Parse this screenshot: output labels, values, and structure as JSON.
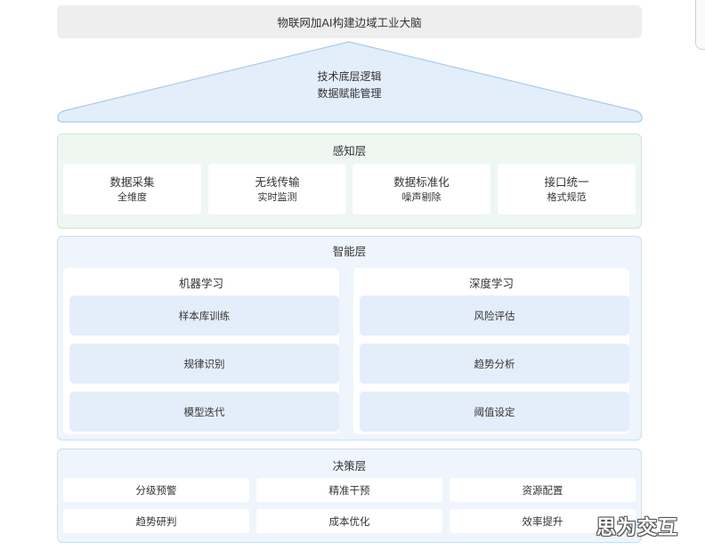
{
  "header": {
    "title": "物联网加AI构建边域工业大脑"
  },
  "roof": {
    "line1": "技术底层逻辑",
    "line2": "数据赋能管理"
  },
  "perception": {
    "title": "感知层",
    "cards": [
      {
        "title": "数据采集",
        "sub": "全维度"
      },
      {
        "title": "无线传输",
        "sub": "实时监测"
      },
      {
        "title": "数据标准化",
        "sub": "噪声剔除"
      },
      {
        "title": "接口统一",
        "sub": "格式规范"
      }
    ]
  },
  "intelligence": {
    "title": "智能层",
    "panels": [
      {
        "title": "机器学习",
        "items": [
          "样本库训练",
          "规律识别",
          "模型迭代"
        ]
      },
      {
        "title": "深度学习",
        "items": [
          "风险评估",
          "趋势分析",
          "阈值设定"
        ]
      }
    ]
  },
  "decision": {
    "title": "决策层",
    "items": [
      "分级预警",
      "精准干预",
      "资源配置",
      "趋势研判",
      "成本优化",
      "效率提升"
    ]
  },
  "watermark": {
    "text": "思为交互"
  },
  "colors": {
    "title_bg": "#eeeeee",
    "roof_fill": "#e3eefb",
    "roof_stroke": "#a9cbed",
    "perception_bg": "#eef7f1",
    "intelligence_bg": "#eef5fc",
    "sub_box_bg": "#e4eefa"
  }
}
